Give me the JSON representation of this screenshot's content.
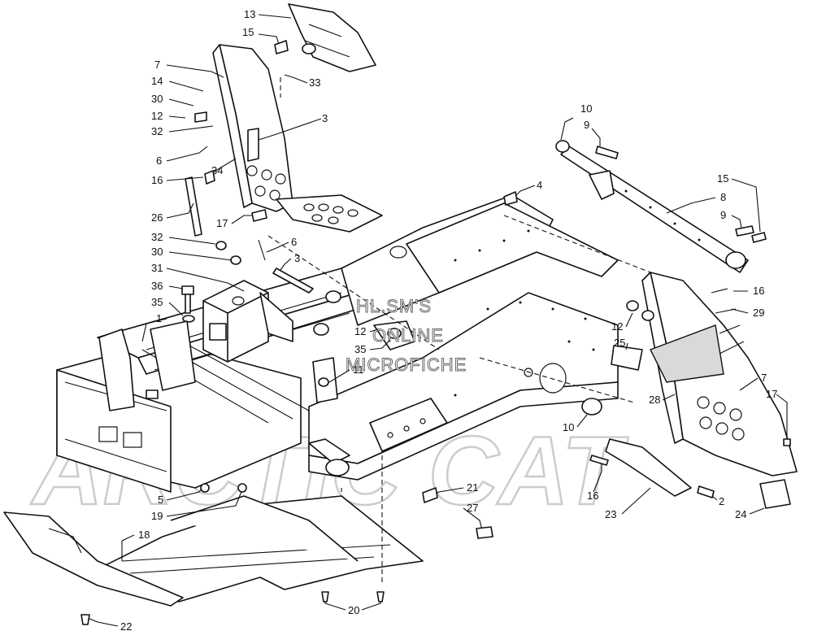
{
  "watermark": {
    "brand_text": "ARCTIC CAT",
    "line1": "HL.SM'S",
    "line2": "ONLINE",
    "line3": "MICROFICHE"
  },
  "callouts": [
    {
      "id": "c13a",
      "label": "13"
    },
    {
      "id": "c15a",
      "label": "15"
    },
    {
      "id": "c7a",
      "label": "7"
    },
    {
      "id": "c14",
      "label": "14"
    },
    {
      "id": "c33",
      "label": "33"
    },
    {
      "id": "c30a",
      "label": "30"
    },
    {
      "id": "c12a",
      "label": "12"
    },
    {
      "id": "c32a",
      "label": "32"
    },
    {
      "id": "c3a",
      "label": "3"
    },
    {
      "id": "c6a",
      "label": "6"
    },
    {
      "id": "c34",
      "label": "34"
    },
    {
      "id": "c16a",
      "label": "16"
    },
    {
      "id": "c26",
      "label": "26"
    },
    {
      "id": "c17a",
      "label": "17"
    },
    {
      "id": "c4",
      "label": "4"
    },
    {
      "id": "c32b",
      "label": "32"
    },
    {
      "id": "c6b",
      "label": "6"
    },
    {
      "id": "c30b",
      "label": "30"
    },
    {
      "id": "c3b",
      "label": "3"
    },
    {
      "id": "c31",
      "label": "31"
    },
    {
      "id": "c36",
      "label": "36"
    },
    {
      "id": "c35a",
      "label": "35"
    },
    {
      "id": "c1",
      "label": "1"
    },
    {
      "id": "c12b",
      "label": "12"
    },
    {
      "id": "c35b",
      "label": "35"
    },
    {
      "id": "c11",
      "label": "11"
    },
    {
      "id": "c10a",
      "label": "10"
    },
    {
      "id": "c9a",
      "label": "9"
    },
    {
      "id": "c15b",
      "label": "15"
    },
    {
      "id": "c8",
      "label": "8"
    },
    {
      "id": "c9b",
      "label": "9"
    },
    {
      "id": "c16b",
      "label": "16"
    },
    {
      "id": "c29",
      "label": "29"
    },
    {
      "id": "c12c",
      "label": "12"
    },
    {
      "id": "c25",
      "label": "25"
    },
    {
      "id": "c7b",
      "label": "7"
    },
    {
      "id": "c17b",
      "label": "17"
    },
    {
      "id": "c28",
      "label": "28"
    },
    {
      "id": "c10b",
      "label": "10"
    },
    {
      "id": "c5",
      "label": "5"
    },
    {
      "id": "c19",
      "label": "19"
    },
    {
      "id": "c21",
      "label": "21"
    },
    {
      "id": "c27",
      "label": "27"
    },
    {
      "id": "c18",
      "label": "18"
    },
    {
      "id": "c16c",
      "label": "16"
    },
    {
      "id": "c23",
      "label": "23"
    },
    {
      "id": "c2",
      "label": "2"
    },
    {
      "id": "c24",
      "label": "24"
    },
    {
      "id": "c20",
      "label": "20"
    },
    {
      "id": "c22",
      "label": "22"
    }
  ]
}
